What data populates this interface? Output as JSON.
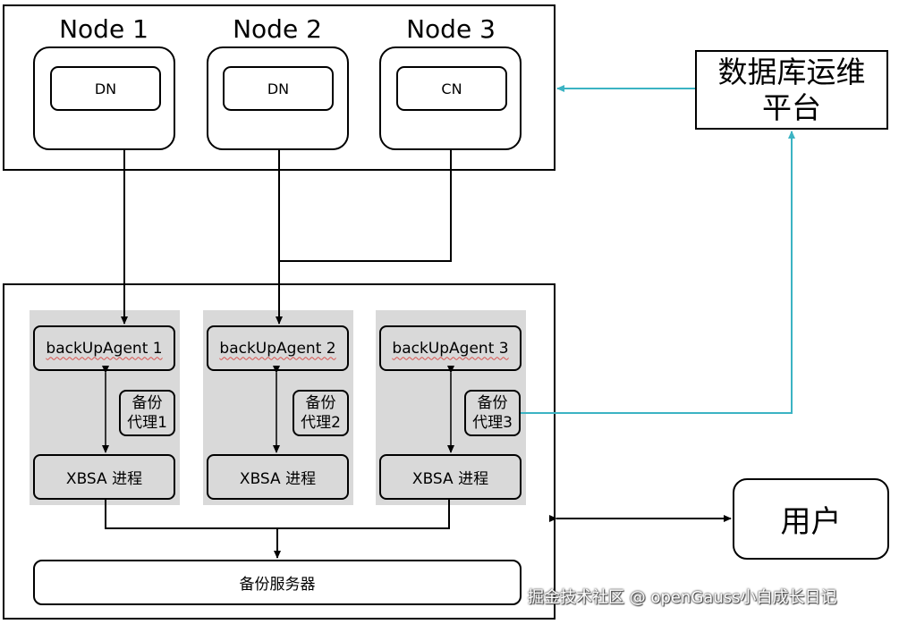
{
  "nodes": [
    {
      "title": "Node 1",
      "role": "DN"
    },
    {
      "title": "Node 2",
      "role": "DN"
    },
    {
      "title": "Node 3",
      "role": "CN"
    }
  ],
  "agents": [
    {
      "name": "backUpAgent 1",
      "proxy_line1": "备份",
      "proxy_line2": "代理1",
      "xbsa": "XBSA 进程"
    },
    {
      "name": "backUpAgent 2",
      "proxy_line1": "备份",
      "proxy_line2": "代理2",
      "xbsa": "XBSA 进程"
    },
    {
      "name": "backUpAgent 3",
      "proxy_line1": "备份",
      "proxy_line2": "代理3",
      "xbsa": "XBSA 进程"
    }
  ],
  "backup_server": "备份服务器",
  "ops_platform": {
    "line1": "数据库运维",
    "line2": "平台"
  },
  "user": "用户",
  "watermark": "掘金技术社区 @ openGauss小白成长日记",
  "colors": {
    "teal_line": "#3bb3c3",
    "panel_gray": "#d9d9d9"
  }
}
